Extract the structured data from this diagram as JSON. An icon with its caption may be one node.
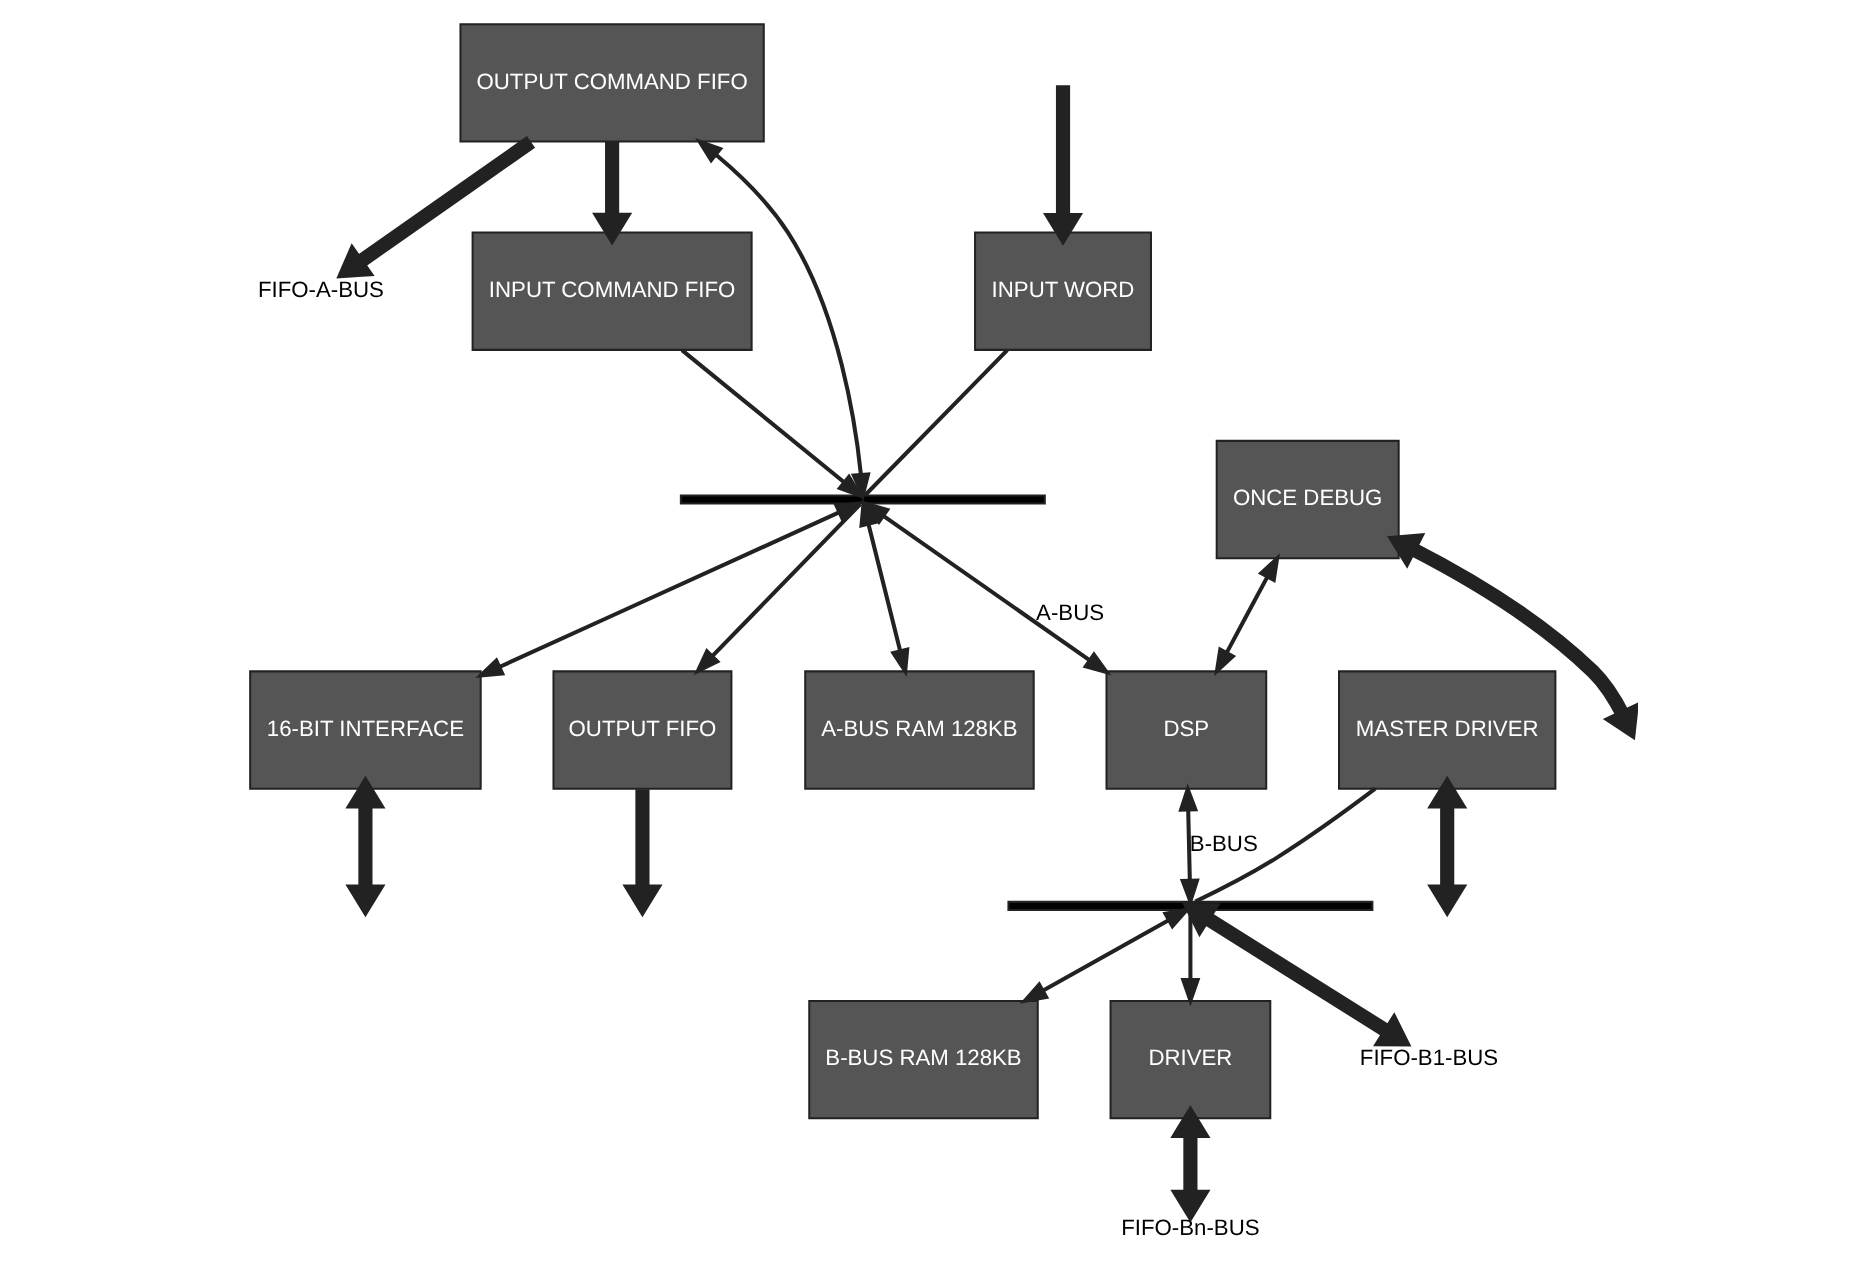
{
  "diagram": {
    "nodes": [
      {
        "text": [
          "FIFO-A-BUS"
        ]
      },
      {
        "text": [
          "OUTPUT COMMAND FIFO"
        ]
      },
      {
        "text": [
          "INPUT COMMAND FIFO"
        ]
      },
      {
        "text": [
          "16-BIT INTERFACE"
        ]
      },
      {
        "text": [
          "OUTPUT FIFO"
        ]
      },
      {
        "text": [
          "INPUT WORD"
        ]
      },
      {
        "text": [],
        "shape": "bar"
      },
      {
        "text": [
          "A-BUS RAM 128KB"
        ]
      },
      {
        "text": [
          "ONCE DEBUG"
        ]
      },
      {
        "text": [
          "DSP"
        ]
      },
      {
        "text": [
          "B-BUS RAM 128KB"
        ]
      },
      {
        "text": [
          "MASTER DRIVER"
        ]
      },
      {
        "text": [
          "DRIVER"
        ]
      },
      {
        "text": [
          "FIFO-Bn-BUS"
        ]
      },
      {
        "text": [],
        "shape": "bar"
      },
      {
        "text": [
          "FIFO-B1-BUS"
        ]
      }
    ],
    "edges": [
      {
        "from": 1,
        "to": 0,
        "arrow": "to",
        "style": "thick"
      },
      {
        "from": 1,
        "to": 2,
        "arrow": "to",
        "style": "thick"
      },
      {
        "from": 1,
        "to": 6,
        "arrow": "both"
      },
      {
        "from": 2,
        "to": 6,
        "arrow": "to"
      },
      {
        "from": 6,
        "to": 4,
        "arrow": "to"
      },
      {
        "from": 4,
        "to": null,
        "arrow": "to",
        "style": "thick"
      },
      {
        "from": 6,
        "to": 3,
        "arrow": "both"
      },
      {
        "from": 3,
        "to": null,
        "arrow": "both",
        "style": "thick"
      },
      {
        "from": null,
        "to": 5,
        "arrow": "to",
        "style": "thick"
      },
      {
        "from": 5,
        "to": 6,
        "arrow": "none"
      },
      {
        "from": 6,
        "to": 7,
        "arrow": "both"
      },
      {
        "from": 6,
        "to": 9,
        "arrow": "both",
        "label": "A-BUS"
      },
      {
        "from": 8,
        "to": null,
        "arrow": "both",
        "style": "thick"
      },
      {
        "from": 8,
        "to": 9,
        "arrow": "both"
      },
      {
        "from": 9,
        "to": 14,
        "arrow": "both",
        "label": "B-BUS"
      },
      {
        "from": 14,
        "to": 10,
        "arrow": "both"
      },
      {
        "from": 11,
        "to": null,
        "arrow": "both",
        "style": "thick"
      },
      {
        "from": 11,
        "to": 14,
        "arrow": "none"
      },
      {
        "from": 14,
        "to": 12,
        "arrow": "to"
      },
      {
        "from": 12,
        "to": 13,
        "arrow": "both",
        "style": "thick"
      },
      {
        "from": 14,
        "to": 15,
        "arrow": "both",
        "style": "thick"
      }
    ]
  }
}
